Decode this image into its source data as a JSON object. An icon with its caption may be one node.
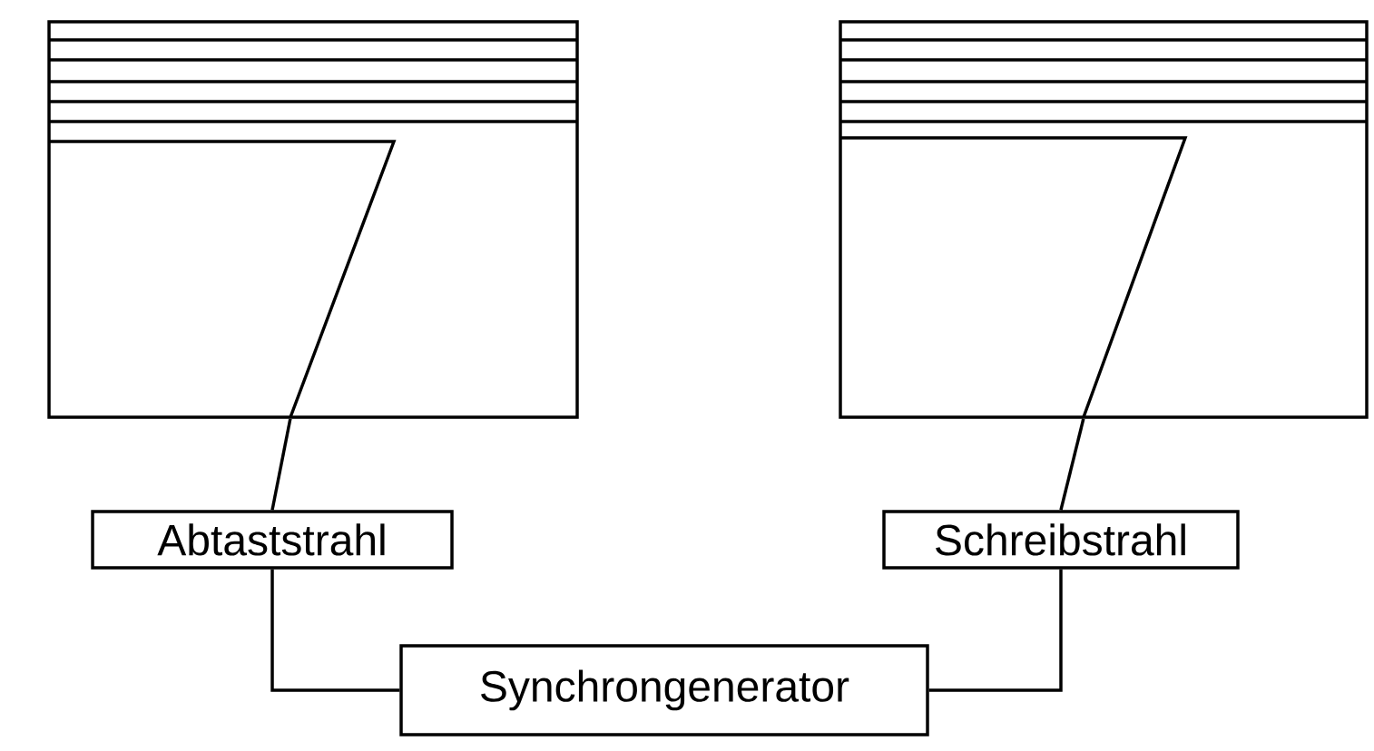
{
  "diagram": {
    "nodes": [
      {
        "text": [],
        "shape": "box"
      },
      {
        "text": [],
        "shape": "box"
      },
      {
        "text": [
          "Abtaststrahl"
        ]
      },
      {
        "text": [
          "Schreibstrahl"
        ]
      },
      {
        "text": [
          "Synchrongenerator"
        ]
      }
    ],
    "edges": [
      {
        "from": 2,
        "to": 0,
        "arrow": "none"
      },
      {
        "from": 3,
        "to": 1,
        "arrow": "none"
      },
      {
        "from": 2,
        "to": 4,
        "arrow": "none"
      },
      {
        "from": 4,
        "to": 3,
        "arrow": "none"
      }
    ]
  }
}
